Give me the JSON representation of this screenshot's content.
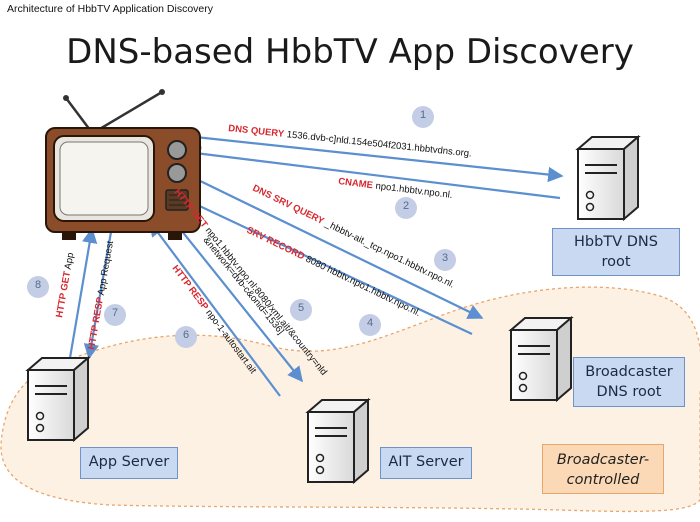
{
  "caption": "Architecture of HbbTV Application Discovery",
  "title": "DNS-based HbbTV App Discovery",
  "nodes": {
    "hbbtv_dns_root": [
      "HbbTV DNS",
      "root"
    ],
    "broadcaster_dns_root": [
      "Broadcaster",
      "DNS root"
    ],
    "app_server": "App Server",
    "ait_server": "AIT Server",
    "broadcaster_controlled": [
      "Broadcaster-",
      "controlled"
    ]
  },
  "messages": [
    {
      "step": "1",
      "label": "DNS QUERY",
      "text": " 1536.dvb-c]nld.154e504f2031.hbbtvdns.org."
    },
    {
      "step": "2",
      "label": "CNAME",
      "text": " npo1.hbbtv.npo.nl."
    },
    {
      "step": "3",
      "label": "DNS SRV QUERY",
      "text": " _hbbtv-ait._tcp.npo1.hbbtv.npo.nl."
    },
    {
      "step": "4",
      "label": "SRV RECORD",
      "text": " 8080 hbbtv.npo1.hbbtv.npo.nl."
    },
    {
      "step": "5",
      "label": "HTTP GET",
      "text": " npo1.hbbtv.npo.nl:8080/xml.ait/&country=nld",
      "text2": "&network=dvb-c&onid=1536]"
    },
    {
      "step": "6",
      "label": "HTTP RESP",
      "text": " npo-1-autostart.ait"
    },
    {
      "step": "7",
      "label": "HTTP RESP",
      "text": " App Request"
    },
    {
      "step": "8",
      "label": "HTTP GET",
      "text": " App"
    }
  ],
  "colors": {
    "arrow": "#5b8fcf",
    "label_red": "#d7282f",
    "step_circle": "#c3cde6",
    "node_box": "#c9d9f2",
    "controlled_area": "#fdf1e4",
    "controlled_border": "#e8a66b"
  },
  "icons": [
    "tv-icon",
    "server-icon"
  ]
}
